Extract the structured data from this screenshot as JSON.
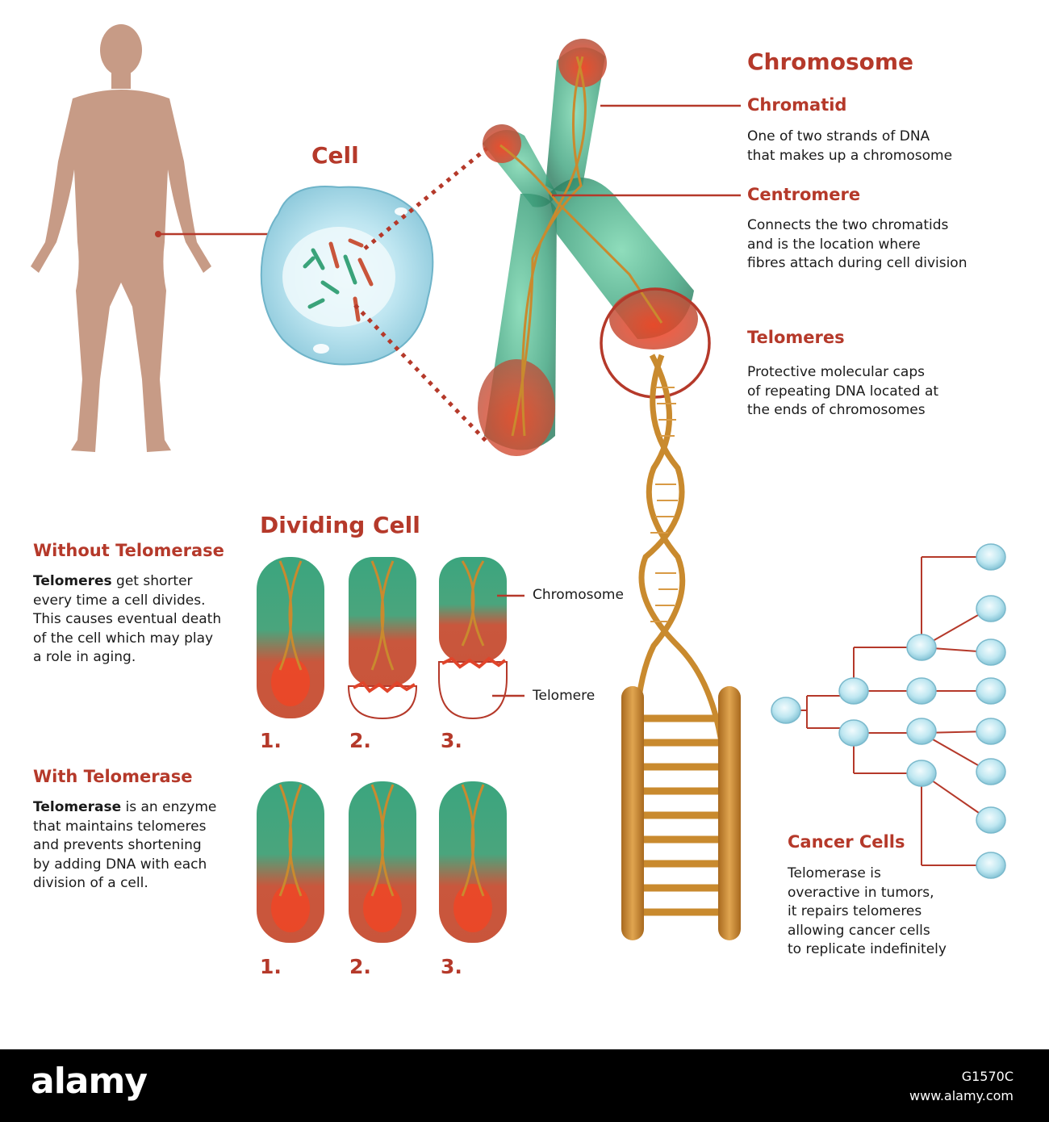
{
  "labels": {
    "cell": "Cell",
    "chromosome": "Chromosome",
    "chromatid": "Chromatid",
    "chromatid_desc": [
      "One of two strands of DNA",
      "that makes up a chromosome"
    ],
    "centromere": "Centromere",
    "centromere_desc": [
      "Connects the two chromatids",
      "and is the location where",
      "fibres attach during cell division"
    ],
    "telomeres": "Telomeres",
    "telomeres_desc": [
      "Protective molecular caps",
      "of repeating DNA located at",
      "the ends of chromosomes"
    ],
    "dividing_cell": "Dividing Cell",
    "without_telomerase": "Without Telomerase",
    "without_bold": "Telomeres",
    "without_desc_first": " get shorter",
    "without_desc": [
      "every time a cell divides.",
      "This causes eventual death",
      "of the cell which may play",
      "a role in aging."
    ],
    "with_telomerase": "With Telomerase",
    "with_bold": "Telomerase",
    "with_desc_first": " is an enzyme",
    "with_desc": [
      "that maintains telomeres",
      "and prevents shortening",
      "by adding DNA with each",
      "division of a cell."
    ],
    "chromosome_label": "Chromosome",
    "telomere_label": "Telomere",
    "steps": [
      "1.",
      "2.",
      "3."
    ],
    "cancer_cells": "Cancer Cells",
    "cancer_desc": [
      "Telomerase is",
      "overactive in tumors,",
      "it repairs telomeres",
      "allowing cancer cells",
      "to replicate indefinitely"
    ]
  },
  "watermark": {
    "brand": "alamy",
    "image_id": "G1570C",
    "site": "www.alamy.com"
  },
  "colors": {
    "accent_red": "#b5392a",
    "chromosome_green": "#3aa37a",
    "telomere_red": "#e0442a",
    "dna_gold": "#c98a2e",
    "cell_blue": "#a9dcea",
    "skin": "#c79b86"
  }
}
